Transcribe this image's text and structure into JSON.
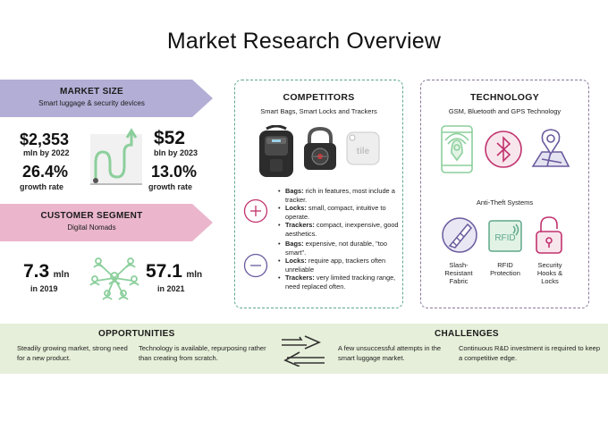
{
  "title": "Market Research Overview",
  "market_size": {
    "heading": "MARKET SIZE",
    "subheading": "Smart luggage & security devices",
    "value_left": "$2,353",
    "value_left_sub": "mln by 2022",
    "rate_left": "26.4%",
    "rate_left_sub": "growth rate",
    "value_right": "$52",
    "value_right_sub": "bln by 2023",
    "rate_right": "13.0%",
    "rate_right_sub": "growth rate"
  },
  "customer_segment": {
    "heading": "CUSTOMER SEGMENT",
    "subheading": "Digital Nomads",
    "value_left": "7.3",
    "unit_left": "mln",
    "year_left": "in 2019",
    "value_right": "57.1",
    "unit_right": "mln",
    "year_right": "in 2021"
  },
  "competitors": {
    "heading": "COMPETITORS",
    "subheading": "Smart Bags, Smart Locks and Trackers",
    "pros": [
      {
        "term": "Bags:",
        "text": " rich in features, most include a tracker."
      },
      {
        "term": "Locks:",
        "text": " small, compact, intuitive to operate."
      },
      {
        "term": "Trackers:",
        "text": " compact, inexpensive, good aesthetics."
      }
    ],
    "cons": [
      {
        "term": "Bags:",
        "text": " expensive, not durable, \"too smart\"."
      },
      {
        "term": "Locks:",
        "text": " require app, trackers often unreliable"
      },
      {
        "term": "Trackers:",
        "text": " very limited tracking range, need replaced often."
      }
    ],
    "tracker_label": "tile"
  },
  "technology": {
    "heading": "TECHNOLOGY",
    "subheading": "GSM, Bluetooth and GPS Technology",
    "anti_theft_heading": "Anti-Theft Systems",
    "rfid_label": "RFID",
    "items": [
      {
        "label": "Slash-\nResistant\nFabric"
      },
      {
        "label": "RFID\nProtection"
      },
      {
        "label": "Security\nHooks &\nLocks"
      }
    ]
  },
  "opportunities": {
    "heading": "OPPORTUNITIES",
    "col1": "Steadily growing market, strong need for a new product.",
    "col2": "Technology is available, repurposing rather than creating from scratch."
  },
  "challenges": {
    "heading": "CHALLENGES",
    "col1": "A few unsuccessful attempts in the smart luggage market.",
    "col2": "Continuous R&D investment is required to keep a competitive edge."
  },
  "colors": {
    "purple": "#b3aed6",
    "pink": "#ebb6cc",
    "green": "#8ccf9c",
    "green_light": "#e6efd9",
    "magenta": "#c1326d",
    "violet": "#6a5a9e",
    "teal": "#5ea88a",
    "gray_dash": "#8a7a9a"
  }
}
